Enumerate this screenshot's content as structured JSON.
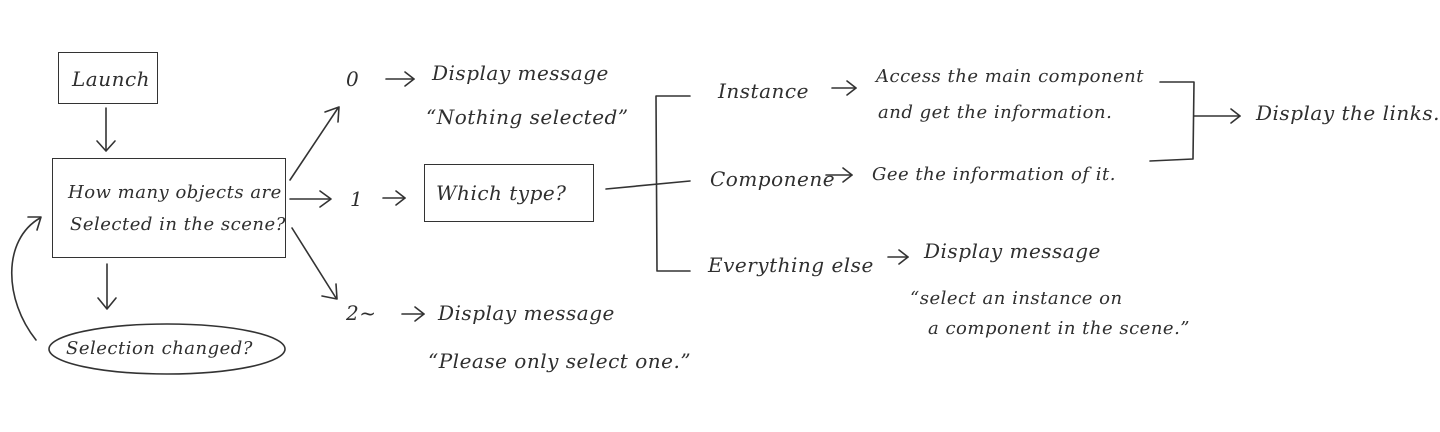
{
  "nodes": {
    "launch": "Launch",
    "question_line1": "How many objects are",
    "question_line2": "Selected in the scene?",
    "selection_changed": "Selection changed?",
    "count_zero": "0",
    "count_one": "1",
    "count_two": "2~",
    "display_message": "Display message",
    "msg_nothing": "“Nothing selected”",
    "which_type": "Which type?",
    "msg_only_one": "“Please only select one.”",
    "instance": "Instance",
    "instance_action_line1": "Access the main component",
    "instance_action_line2": "and get the information.",
    "component": "Componene",
    "component_action": "Gee the information of it.",
    "everything_else": "Everything else",
    "display_message_else": "Display message",
    "msg_select_line1": "“select an instance on",
    "msg_select_line2": "a component in the scene.”",
    "display_links": "Display the links."
  },
  "arrow_glyph": "→"
}
